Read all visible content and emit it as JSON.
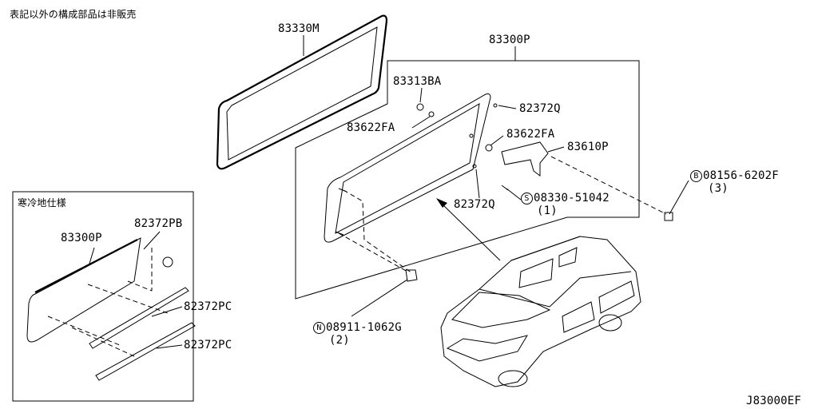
{
  "note_top_left": "表記以外の構成部品は非販売",
  "inset": {
    "title": "寒冷地仕様",
    "labels": {
      "glass": "83300P",
      "clip": "82372PB",
      "strip_upper": "82372PC",
      "strip_lower": "82372PC"
    }
  },
  "parts": {
    "weatherstrip": "83330M",
    "assembly": "83300P",
    "fastener": "83313BA",
    "clip_top": "82372Q",
    "retainer_left": "83622FA",
    "retainer_right": "83622FA",
    "bracket": "83610P",
    "clip_bottom": "82372Q"
  },
  "bolts": {
    "b": {
      "symbol": "B",
      "number": "08156-6202F",
      "qty": "(3)"
    },
    "s": {
      "symbol": "S",
      "number": "08330-51042",
      "qty": "(1)"
    },
    "n": {
      "symbol": "N",
      "number": "08911-1062G",
      "qty": "(2)"
    }
  },
  "diagram_code": "J83000EF"
}
